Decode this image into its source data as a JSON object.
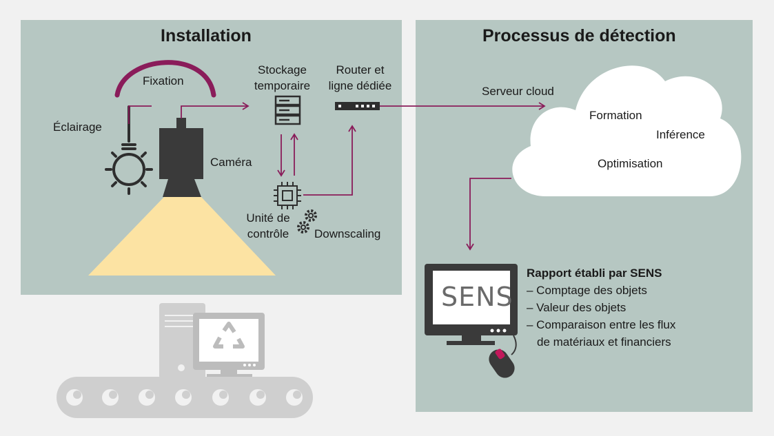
{
  "installation": {
    "title": "Installation",
    "labels": {
      "fixation": "Fixation",
      "eclairage": "Éclairage",
      "camera": "Caméra",
      "stockage_line1": "Stockage",
      "stockage_line2": "temporaire",
      "router_line1": "Router et",
      "router_line2": "ligne dédiée",
      "unite_line1": "Unité de",
      "unite_line2": "contrôle",
      "downscaling": "Downscaling"
    }
  },
  "detection": {
    "title": "Processus de détection",
    "serveur": "Serveur cloud",
    "cloud_items": [
      "Formation",
      "Inférence",
      "Optimisation"
    ],
    "logo": "SENS",
    "report": {
      "heading": "Rapport établi par SENS",
      "items": [
        "– Comptage des objets",
        "– Valeur des objets",
        "– Comparaison entre les flux",
        "de matériaux et financiers"
      ]
    }
  },
  "colors": {
    "panel": "#b6c7c2",
    "background": "#f1f1f1",
    "accent": "#8a1c5a",
    "dark": "#3a3a3a",
    "light_beam": "#fce3a3",
    "machine_gray": "#cfcfcf"
  },
  "icons": [
    "bulb-icon",
    "camera-icon",
    "server-icon",
    "router-icon",
    "chip-icon",
    "gear-icon",
    "cloud-icon",
    "monitor-icon",
    "mouse-icon",
    "recycle-icon",
    "conveyor-icon"
  ]
}
